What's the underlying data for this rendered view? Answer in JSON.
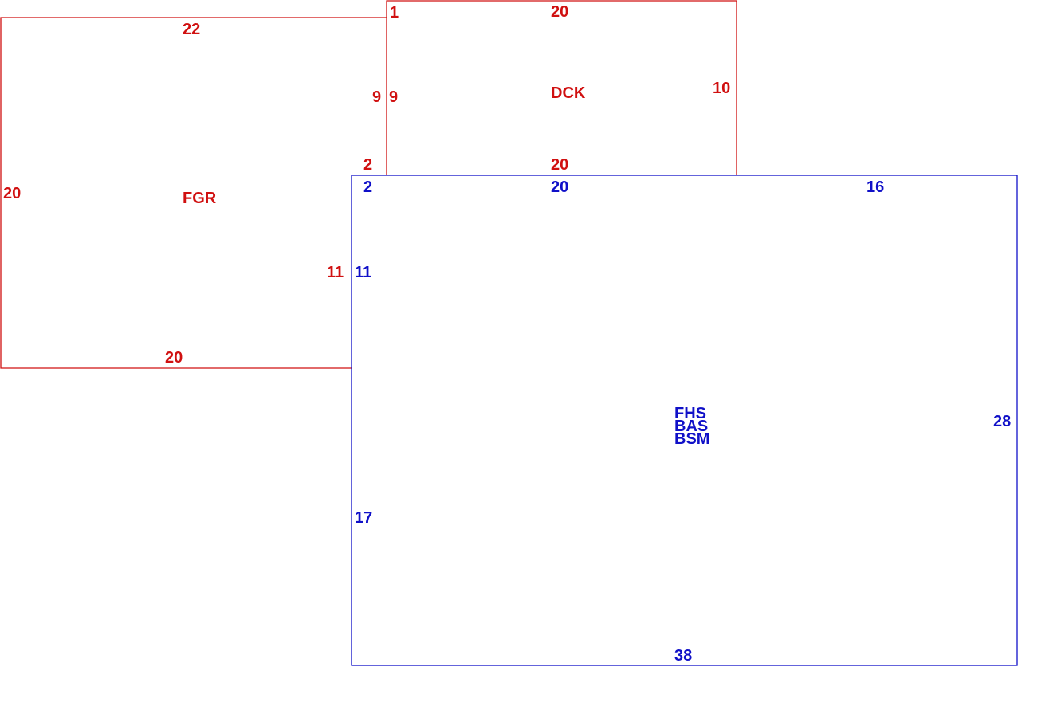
{
  "colors": {
    "upper_level": "#d01010",
    "main_level": "#1010c8"
  },
  "areas": {
    "fgr": {
      "code": "FGR",
      "dims": {
        "top": "22",
        "left": "20",
        "bottom": "20",
        "right": "11",
        "right_upper": "2",
        "right_mid": "9"
      }
    },
    "dck": {
      "code": "DCK",
      "dims": {
        "top": "20",
        "top_left": "1",
        "left": "9",
        "right": "10",
        "bottom": "20"
      }
    },
    "main": {
      "codes": [
        "FHS",
        "BAS",
        "BSM"
      ],
      "dims": {
        "top_left": "2",
        "top": "20",
        "top_right": "16",
        "left_upper": "11",
        "left_lower": "17",
        "right": "28",
        "bottom": "38"
      }
    }
  }
}
